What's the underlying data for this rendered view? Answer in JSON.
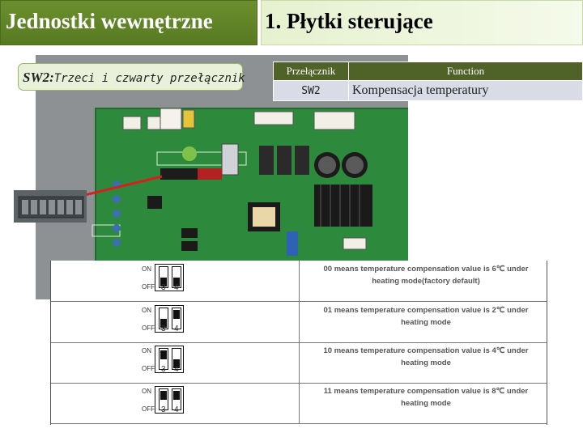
{
  "header": {
    "title_left": "Jednostki wewnętrzne",
    "title_right": "1. Płytki sterujące"
  },
  "caption": {
    "prefix": "SW2:",
    "text": "Trzeci i czwarty przełącznik"
  },
  "info_table": {
    "headers": [
      "Przełącznik",
      "Function"
    ],
    "row": [
      "SW2",
      "Kompensacja temperatury"
    ]
  },
  "dip_labels": {
    "on": "ON",
    "off": "OFF",
    "pos3": "3",
    "pos4": "4"
  },
  "dip_table": [
    {
      "switch3": "off",
      "switch4": "off",
      "line1": "00 means temperature compensation value is 6℃ under",
      "line2": "heating mode(factory default)"
    },
    {
      "switch3": "off",
      "switch4": "on",
      "line1": "01 means temperature compensation value is 2℃ under",
      "line2": "heating mode"
    },
    {
      "switch3": "on",
      "switch4": "off",
      "line1": "10 means temperature compensation value is 4℃ under",
      "line2": "heating mode"
    },
    {
      "switch3": "on",
      "switch4": "on",
      "line1": "11 means temperature compensation value is 8℃ under",
      "line2": "heating mode"
    }
  ],
  "colors": {
    "title_green": "#587a22",
    "table_header": "#4f6228",
    "table_row": "#d9dce6",
    "pcb_green": "#2e8b3a"
  }
}
